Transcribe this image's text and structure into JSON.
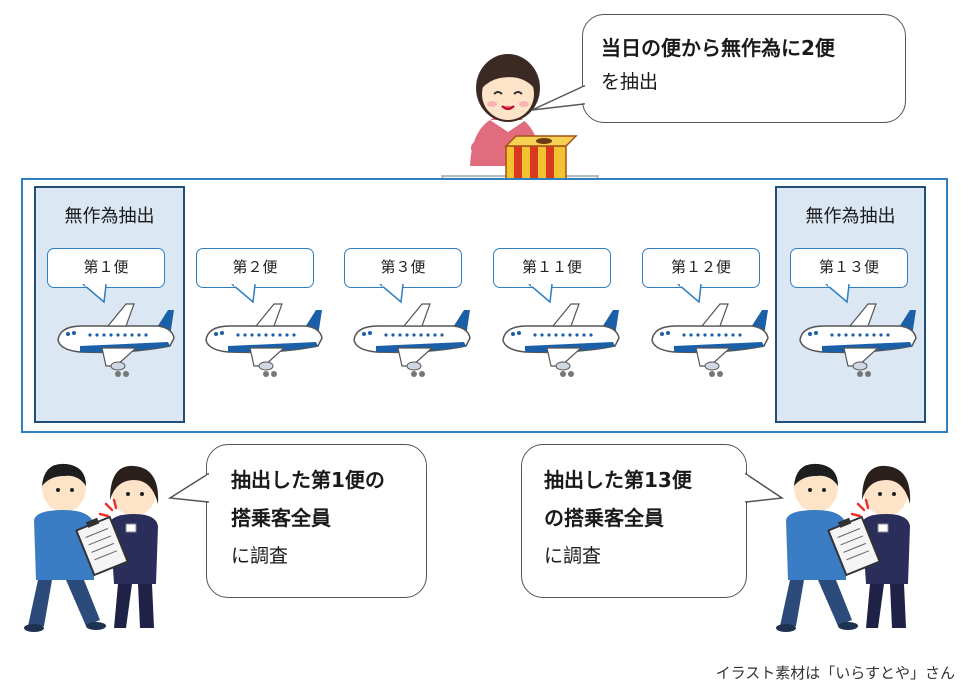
{
  "top_bubble": {
    "line1": "当日の便から無作為に2便",
    "line2": "を抽出"
  },
  "selection_label": "無作為抽出",
  "flights": [
    "第１便",
    "第２便",
    "第３便",
    "第１１便",
    "第１２便",
    "第１３便"
  ],
  "left_bubble": {
    "line1": "抽出した第1便の",
    "line2": "搭乗客全員",
    "line3": "に調査"
  },
  "right_bubble": {
    "line1": "抽出した第13便",
    "line2": "の搭乗客全員",
    "line3": "に調査"
  },
  "credit": "イラスト素材は「いらすとや」さん",
  "colors": {
    "frame": "#2f7fc1",
    "selected_bg": "#dbe7f3",
    "selected_border": "#1f4e79",
    "plane_accent": "#1b5fa8"
  }
}
